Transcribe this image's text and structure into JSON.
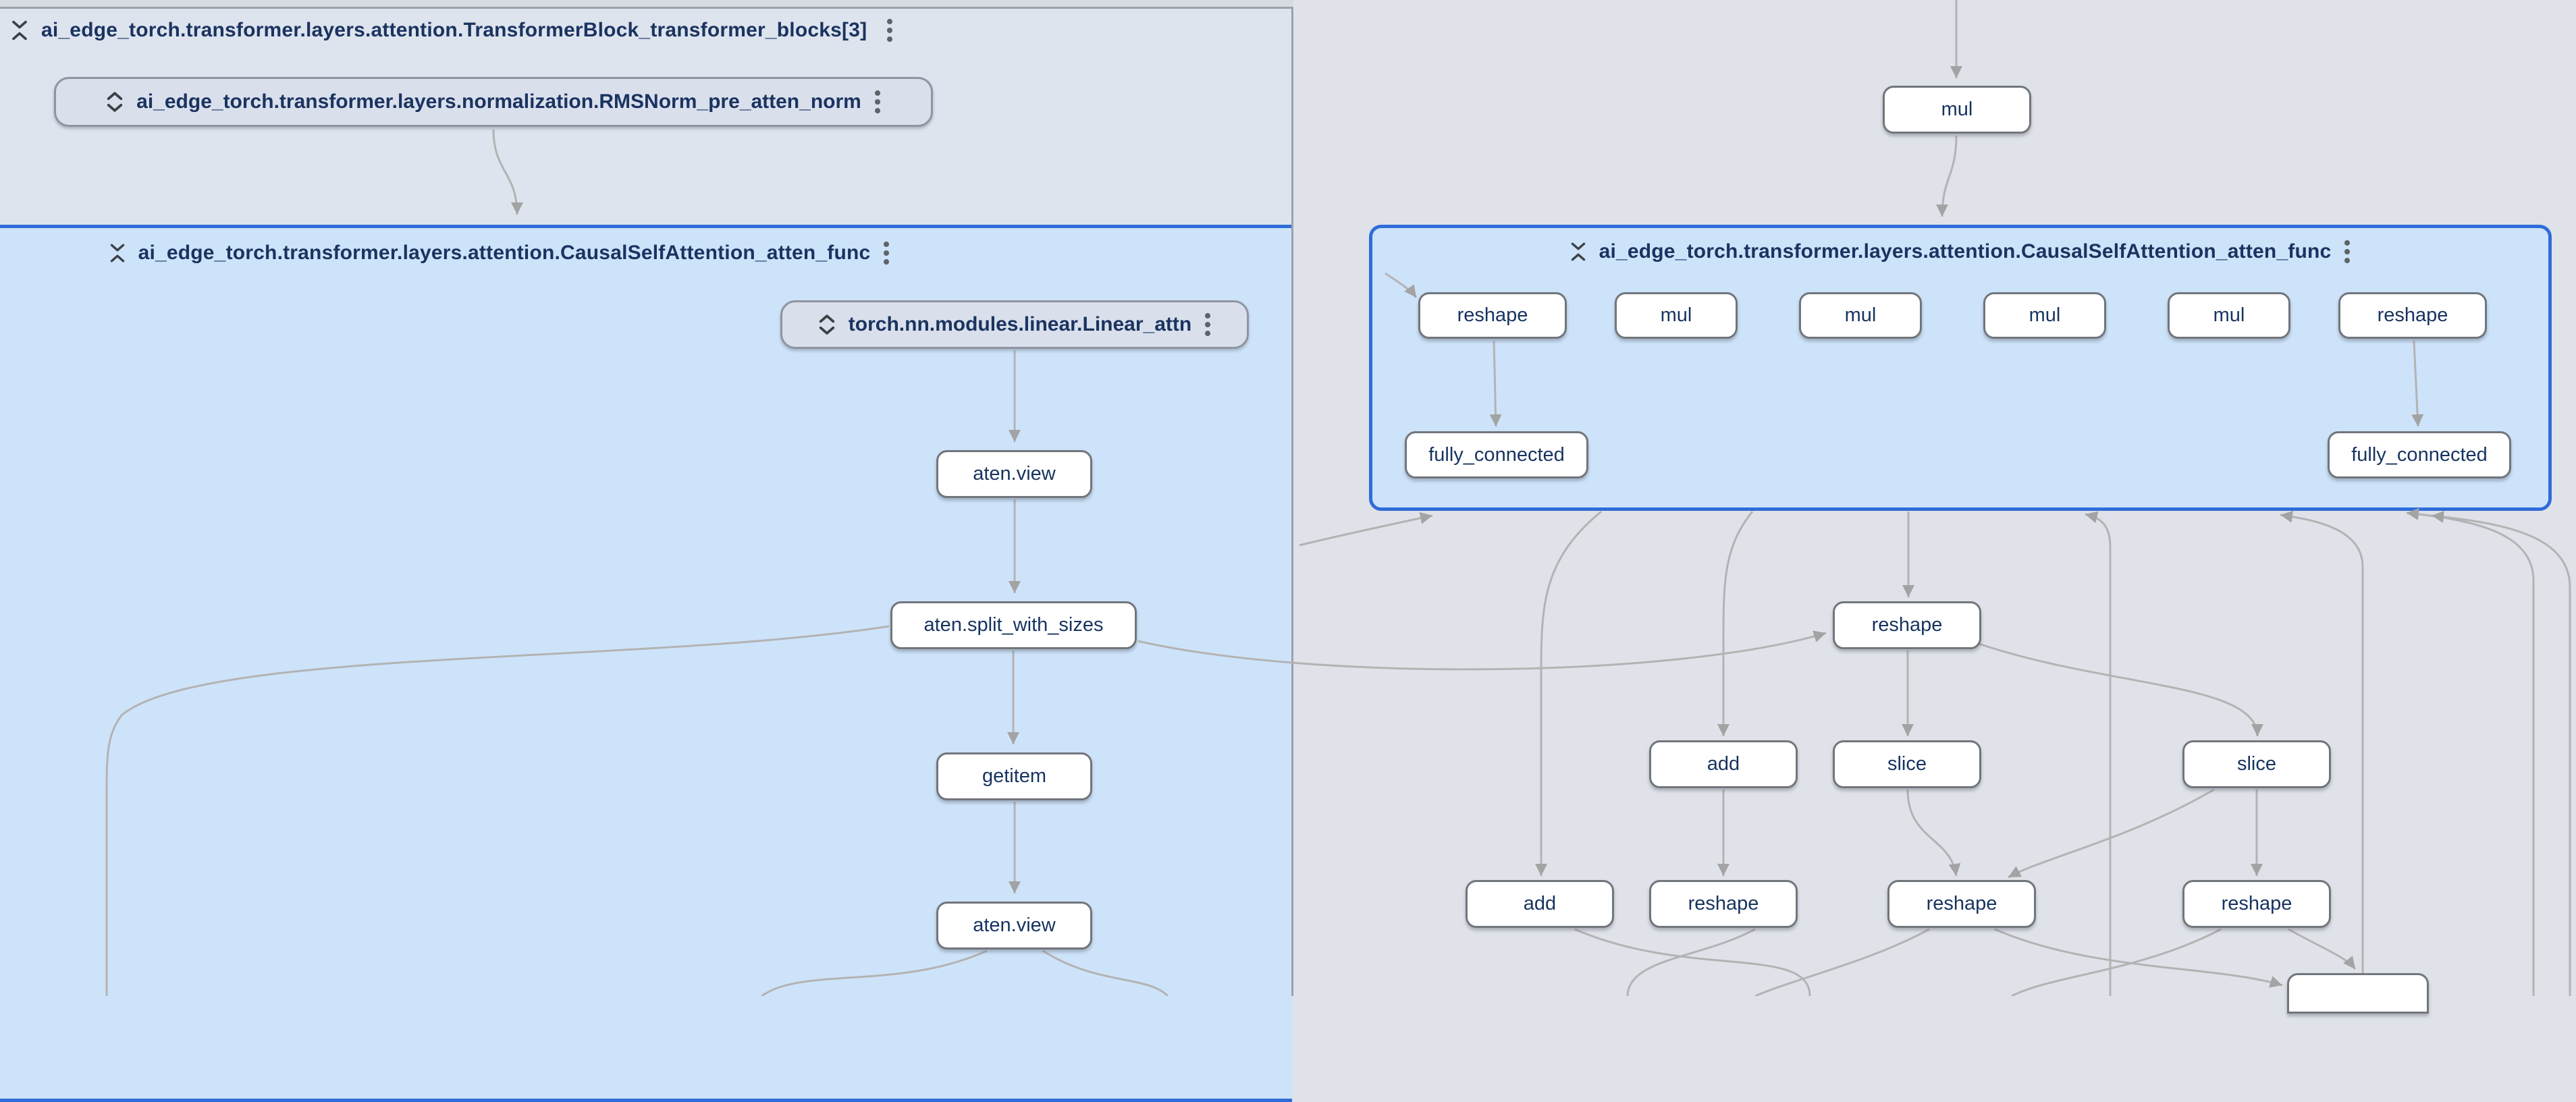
{
  "panels": {
    "transformer_block": {
      "title": "ai_edge_torch.transformer.layers.attention.TransformerBlock_transformer_blocks[3]"
    },
    "attention_left": {
      "title": "ai_edge_torch.transformer.layers.attention.CausalSelfAttention_atten_func"
    },
    "attention_right": {
      "title": "ai_edge_torch.transformer.layers.attention.CausalSelfAttention_atten_func"
    }
  },
  "collapsed_nodes": {
    "rmsnorm": {
      "label": "ai_edge_torch.transformer.layers.normalization.RMSNorm_pre_atten_norm"
    },
    "linear_attn": {
      "label": "torch.nn.modules.linear.Linear_attn"
    }
  },
  "op_nodes": {
    "mul_top": "mul",
    "aten_view_1": "aten.view",
    "split_with_sizes": "aten.split_with_sizes",
    "getitem": "getitem",
    "aten_view_2": "aten.view",
    "reshape_row1_left": "reshape",
    "mul_1": "mul",
    "mul_2": "mul",
    "mul_3": "mul",
    "mul_4": "mul",
    "reshape_row1_right": "reshape",
    "fully_connected_left": "fully_connected",
    "fully_connected_right": "fully_connected",
    "reshape_mid": "reshape",
    "add_mid": "add",
    "slice_1": "slice",
    "slice_2": "slice",
    "add_bottom": "add",
    "reshape_bottom_1": "reshape",
    "reshape_bottom_2": "reshape",
    "reshape_bottom_3": "reshape"
  },
  "icons": {
    "collapse": "unfold-less",
    "expand": "unfold-more",
    "menu": "more-vert"
  },
  "colors": {
    "selection_blue": "#2f6cd9",
    "attention_panel_bg": "#cde3fa",
    "group_panel_bg": "#dde4ee",
    "canvas_bg": "#dfe2e9",
    "edge": "#b3b3b3",
    "node_text": "#17335f"
  }
}
